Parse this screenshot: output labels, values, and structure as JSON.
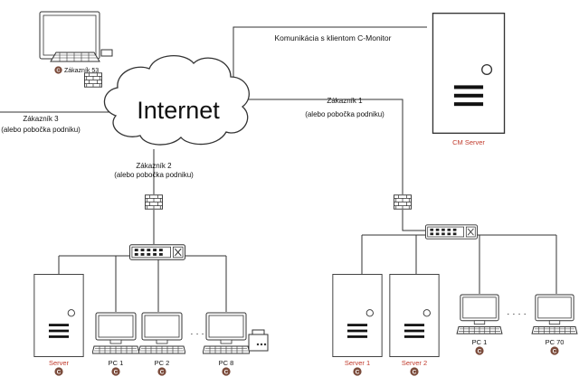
{
  "cloud": {
    "label": "Internet"
  },
  "link_label": "Komunikácia s klientom C-Monitor",
  "cm_server": {
    "label": "CM Server"
  },
  "customers": {
    "c53": {
      "label": "Zákazník 53"
    },
    "c3": {
      "line1": "Zákazník 3",
      "line2": "(alebo pobočka podniku)"
    },
    "c2": {
      "line1": "Zákazník 2",
      "line2": "(alebo pobočka podniku)"
    },
    "c1": {
      "line1": "Zákazník 1",
      "line2": "(alebo pobočka podniku)"
    }
  },
  "left_site": {
    "server": "Server",
    "pc1": "PC 1",
    "pc2": "PC 2",
    "pc8": "PC 8",
    "ellipsis": "· · ·"
  },
  "right_site": {
    "server1": "Server 1",
    "server2": "Server 2",
    "pc1": "PC 1",
    "pc70": "PC 70",
    "ellipsis": "· · · ·"
  },
  "badge_letter": "C",
  "colors": {
    "server_label": "#c0392b",
    "badge": "#7a4a3a",
    "line": "#333333"
  }
}
